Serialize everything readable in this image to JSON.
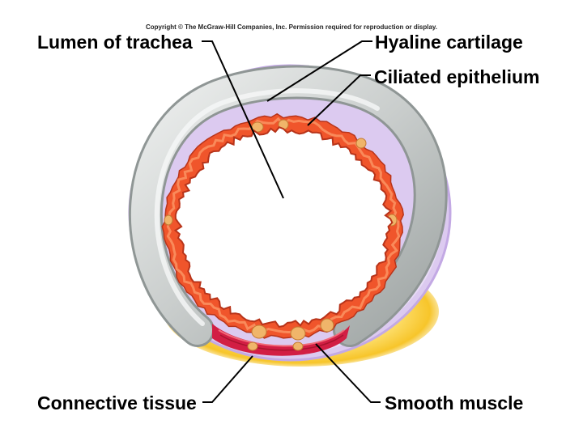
{
  "copyright": "Copyright © The McGraw-Hill Companies, Inc. Permission required for reproduction or display.",
  "labels": {
    "lumen": "Lumen of trachea",
    "hyaline": "Hyaline cartilage",
    "ciliated": "Ciliated epithelium",
    "connective": "Connective tissue",
    "smooth": "Smooth muscle"
  },
  "colors": {
    "adventitia": "#d9c8ec",
    "fat": "#f7d13a",
    "cartilage": "#d3d6d6",
    "epithelium": "#f0552b",
    "muscle": "#d42040",
    "gland": "#f0b56a"
  }
}
